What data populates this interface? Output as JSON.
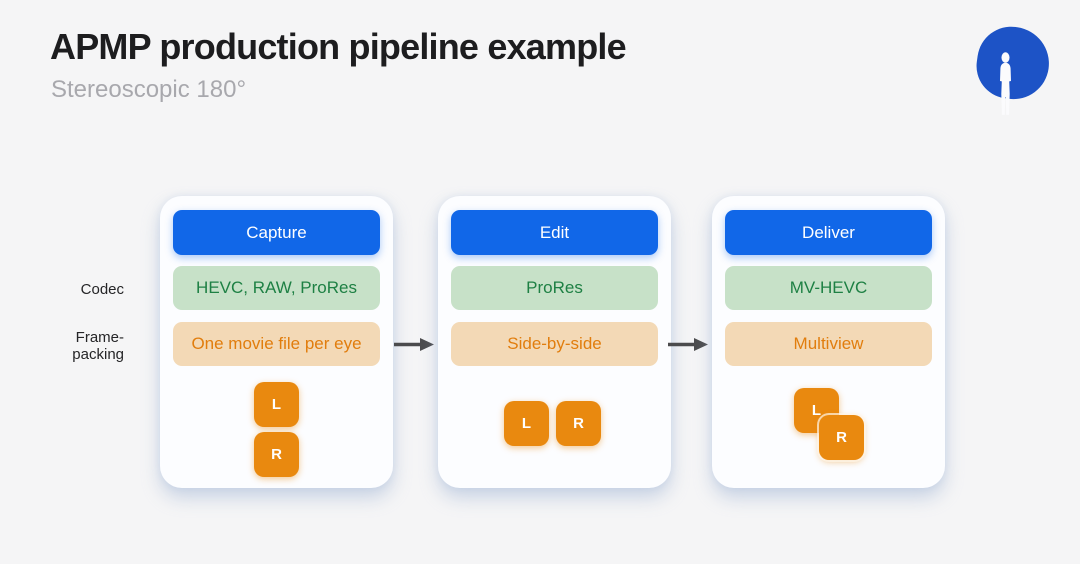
{
  "slide": {
    "title": "APMP production pipeline example",
    "subtitle": "Stereoscopic 180°"
  },
  "icon": {
    "name": "person-in-blue-circle",
    "circle_color": "#1d53c6"
  },
  "row_labels": {
    "codec": "Codec",
    "frame_packing_line1": "Frame-",
    "frame_packing_line2": "packing"
  },
  "cards": [
    {
      "header": "Capture",
      "codec": "HEVC, RAW, ProRes",
      "frame_packing": "One movie file per eye",
      "eyes_layout": "stacked-vertical",
      "eyes": [
        "L",
        "R"
      ]
    },
    {
      "header": "Edit",
      "codec": "ProRes",
      "frame_packing": "Side-by-side",
      "eyes_layout": "side-by-side",
      "eyes": [
        "L",
        "R"
      ]
    },
    {
      "header": "Deliver",
      "codec": "MV-HEVC",
      "frame_packing": "Multiview",
      "eyes_layout": "overlapped-diagonal",
      "eyes": [
        "L",
        "R"
      ]
    }
  ],
  "colors": {
    "background": "#f5f5f6",
    "title_text": "#1d1d1f",
    "subtitle_text": "#a8a8ad",
    "card_background": "#fcfdff",
    "stage_header_blue": "#1167e8",
    "codec_row_bg": "#c7e1c8",
    "codec_row_text": "#1e8044",
    "packing_row_bg": "#f3d9b6",
    "packing_row_text": "#e17d0d",
    "eye_block_orange": "#e9890f",
    "arrow_gray": "#4b4b4d",
    "icon_circle_blue": "#1d53c6"
  }
}
